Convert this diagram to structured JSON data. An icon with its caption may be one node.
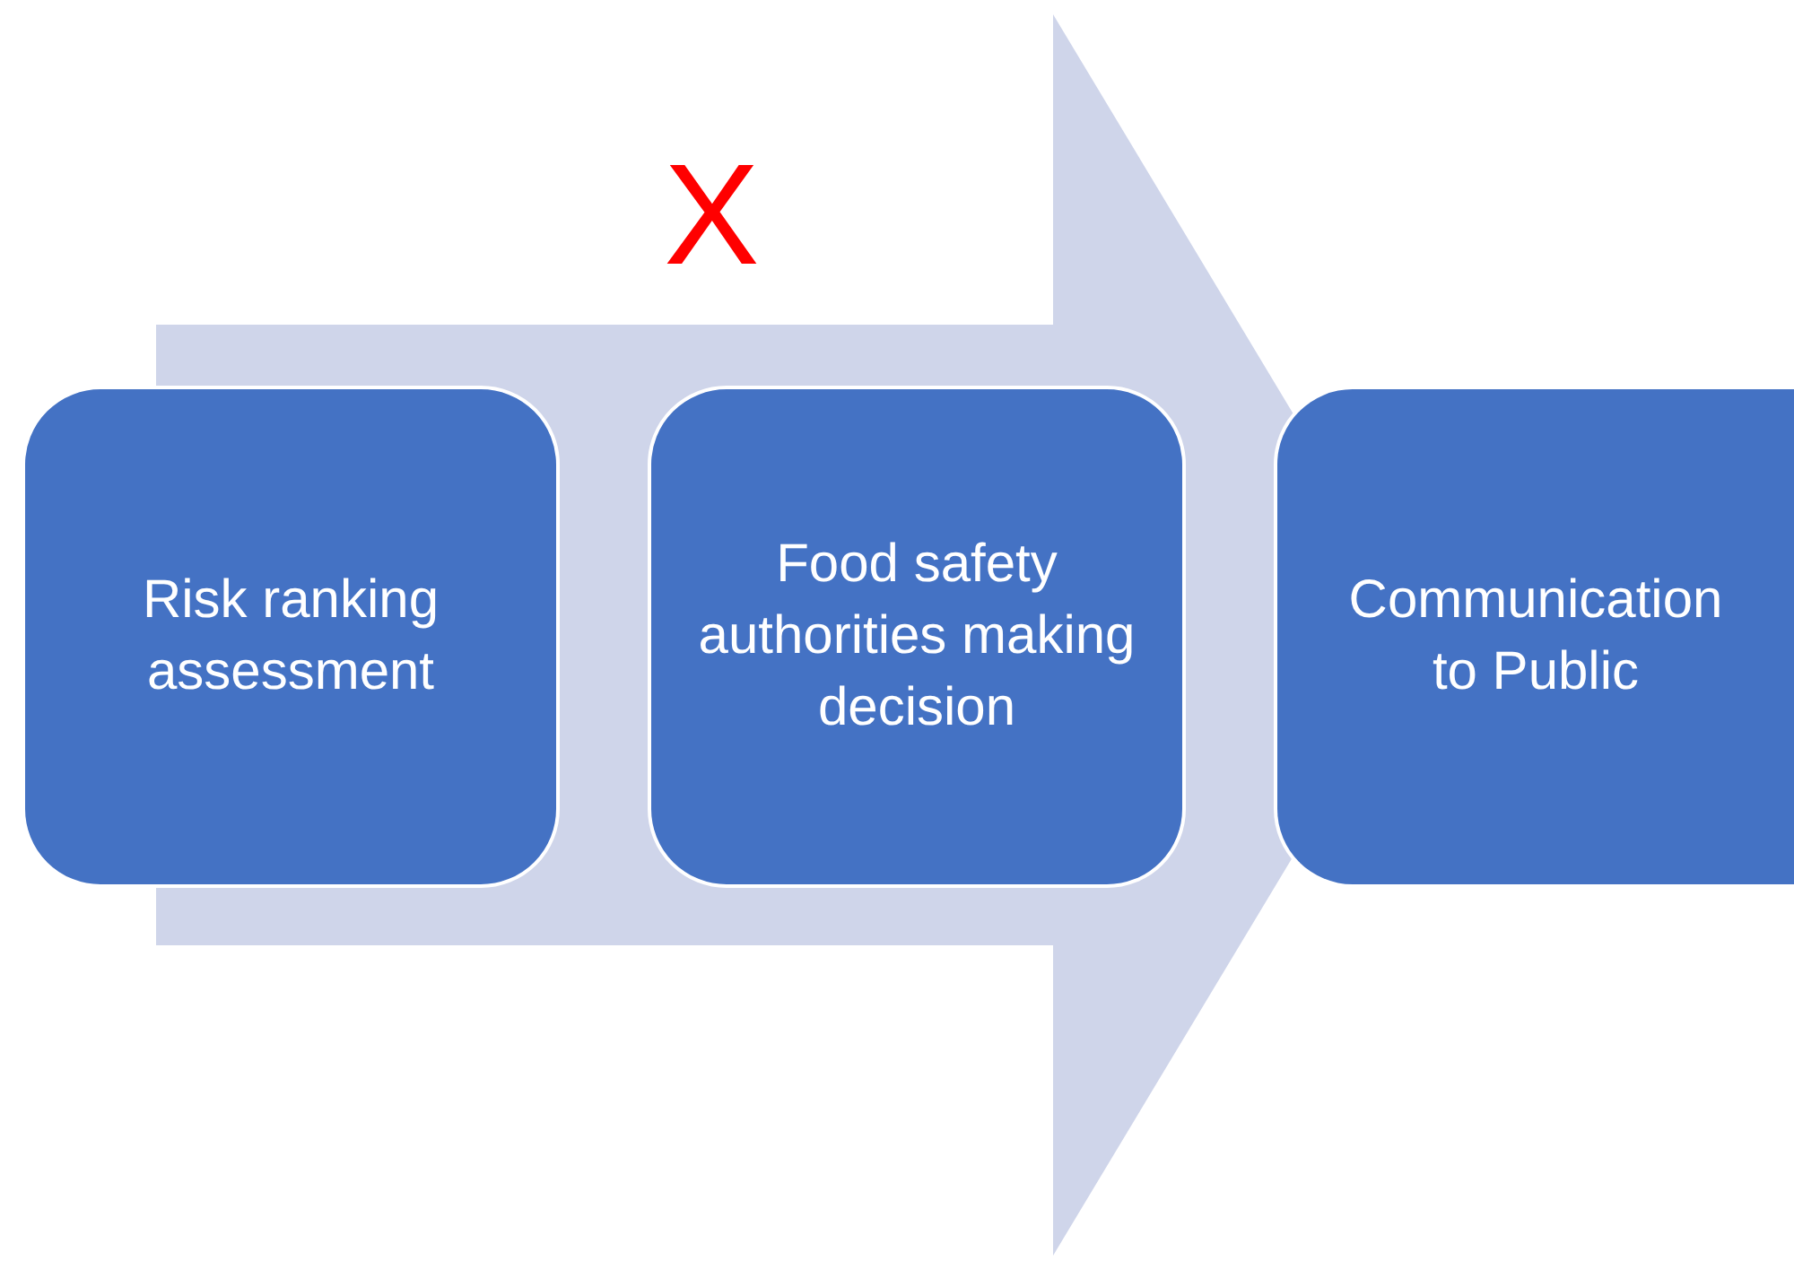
{
  "diagram": {
    "nodes": [
      {
        "text": [
          "Risk ranking assessment"
        ]
      },
      {
        "text": [
          "Food safety authorities making decision"
        ]
      },
      {
        "text": [
          "Communication to Public"
        ]
      }
    ],
    "edges": [
      {
        "from": 0,
        "to": 2,
        "arrow": "to"
      }
    ],
    "labels": [
      "X"
    ]
  }
}
